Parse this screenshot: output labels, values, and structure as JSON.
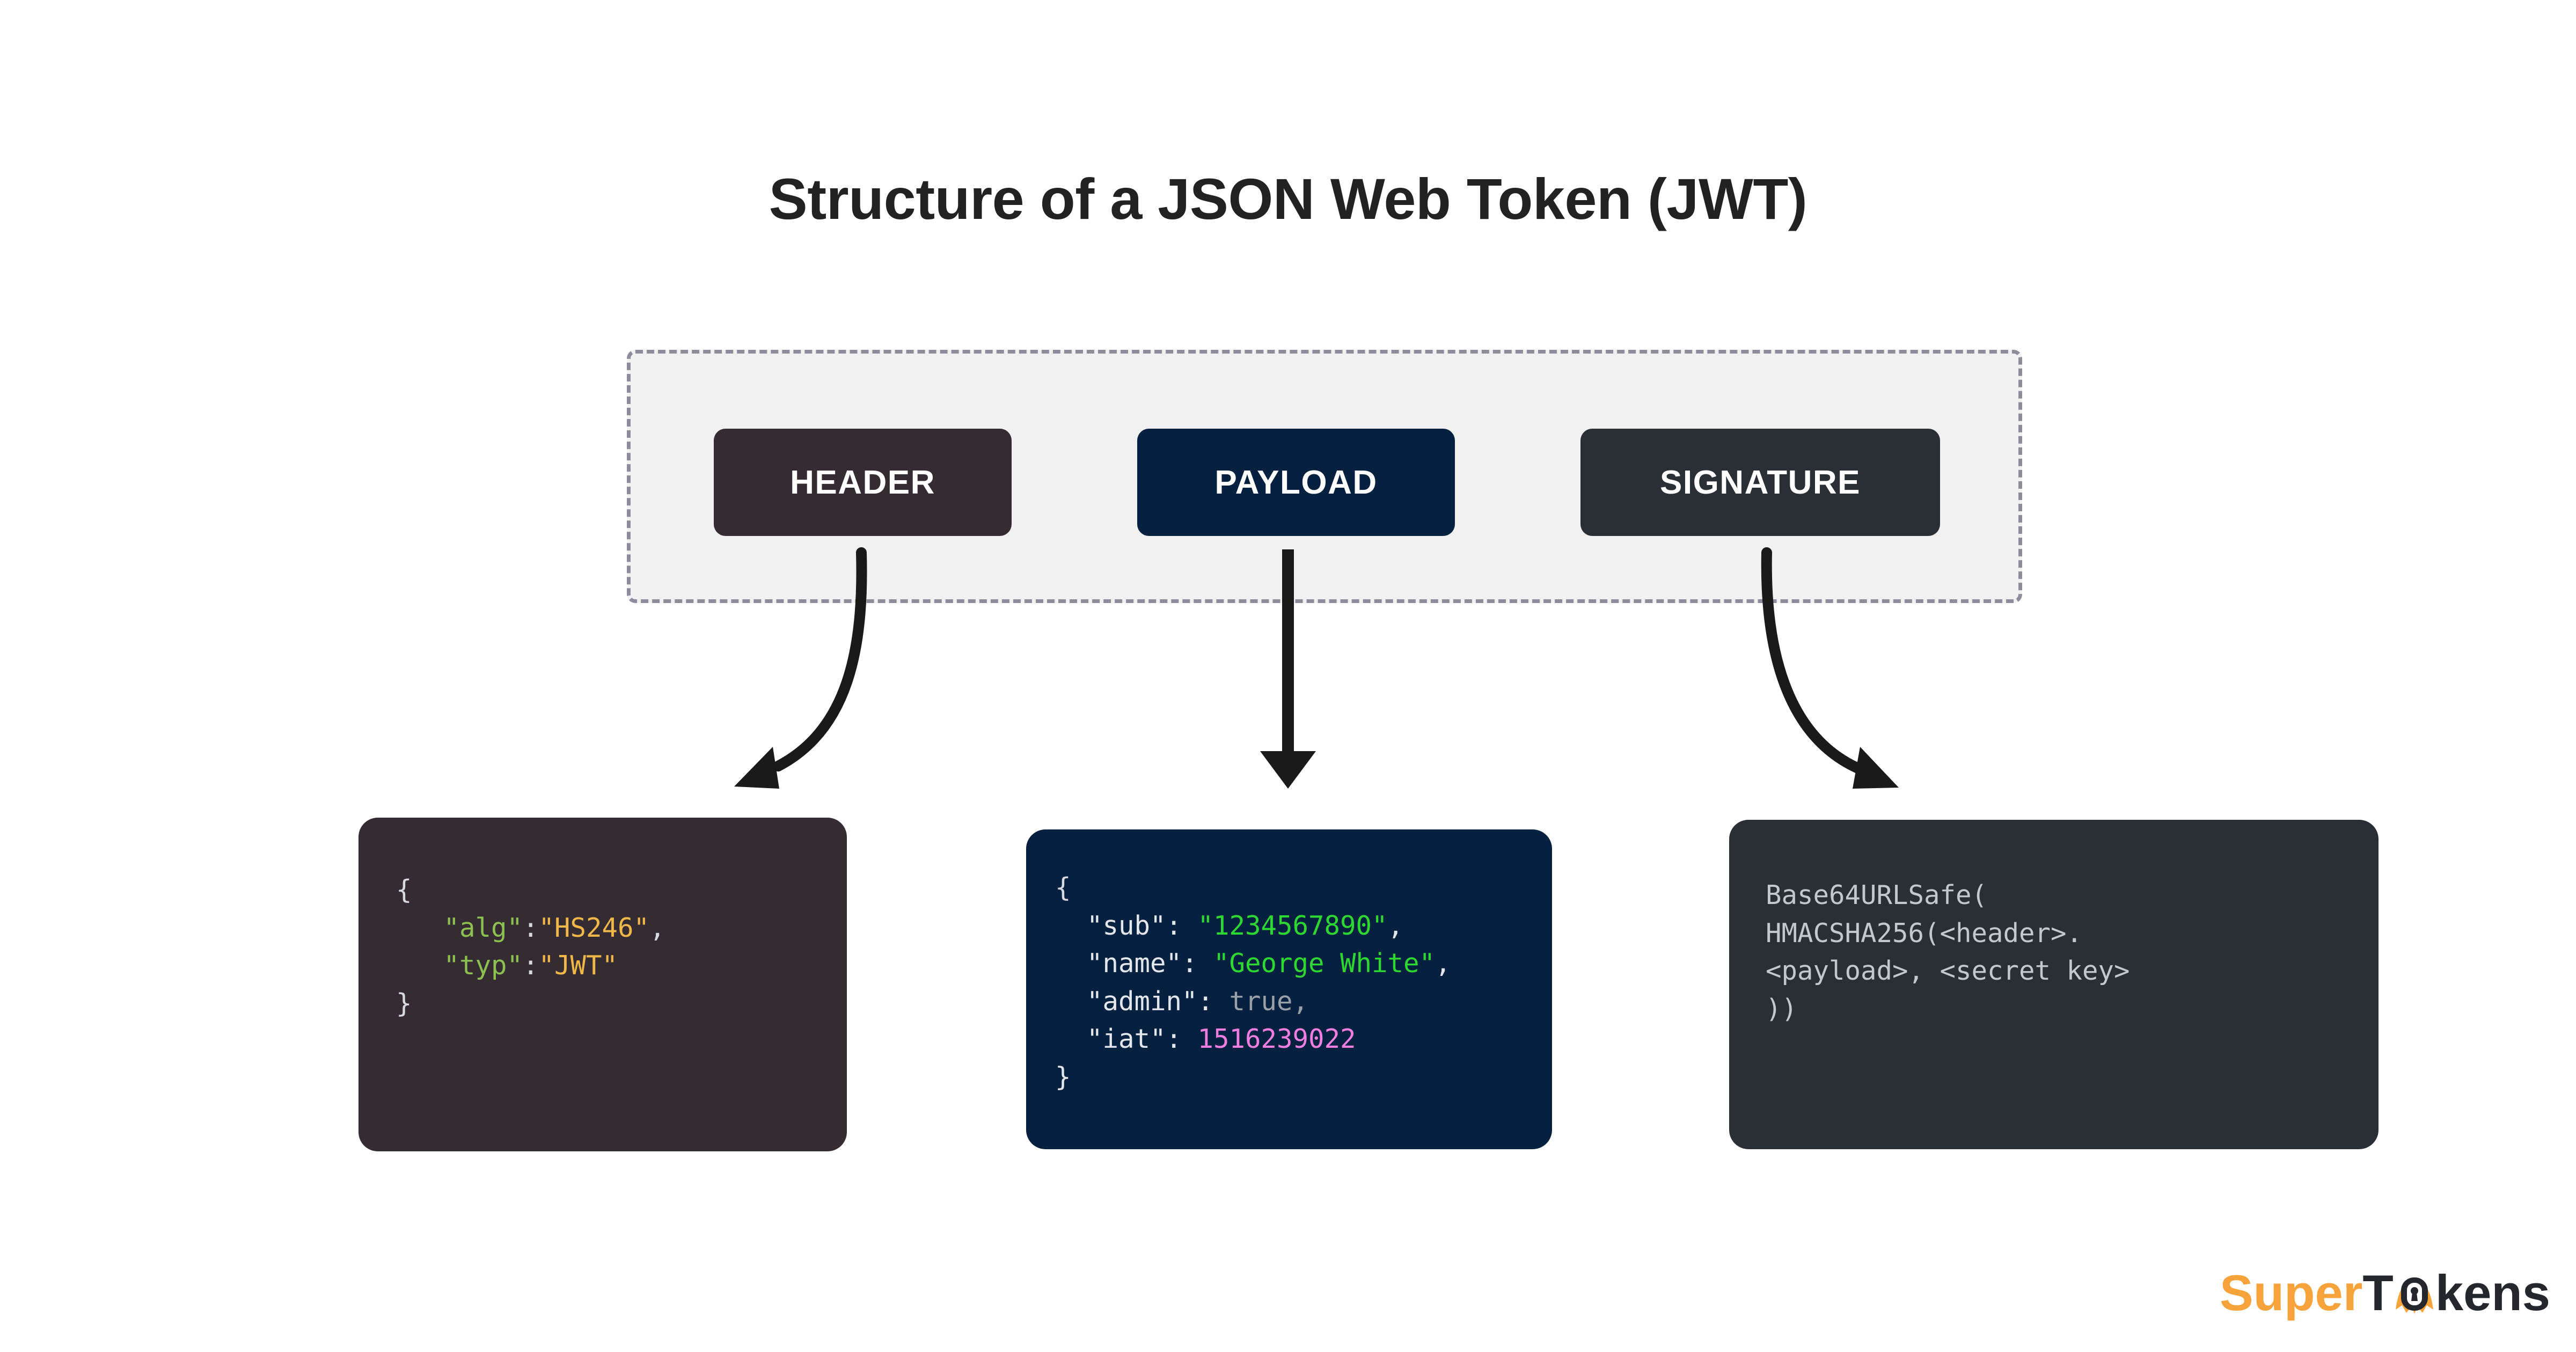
{
  "page": {
    "title": "Structure of a JSON Web Token (JWT)",
    "background": "#ffffff"
  },
  "token_group": {
    "container_fill": "#F1F1F1",
    "container_border": "#8C8C9C",
    "parts": [
      {
        "label": "HEADER",
        "color": "#352B33"
      },
      {
        "label": "PAYLOAD",
        "color": "#06213F"
      },
      {
        "label": "SIGNATURE",
        "color": "#2A2E35"
      }
    ]
  },
  "arrows": [
    {
      "name": "header-arrow",
      "style": "curved-left",
      "color": "#1A1A1A"
    },
    {
      "name": "payload-arrow",
      "style": "straight-down",
      "color": "#1A1A1A"
    },
    {
      "name": "signature-arrow",
      "style": "curved-right",
      "color": "#1A1A1A"
    }
  ],
  "code_cards": {
    "header": {
      "background": "#352B33",
      "lines": [
        [
          {
            "t": "{",
            "c": "punc"
          }
        ],
        [
          {
            "t": "   ",
            "c": "punc"
          },
          {
            "t": "\"alg\"",
            "c": "key-g"
          },
          {
            "t": ":",
            "c": "punc"
          },
          {
            "t": "\"HS246\"",
            "c": "str-o"
          },
          {
            "t": ",",
            "c": "punc"
          }
        ],
        [
          {
            "t": "   ",
            "c": "punc"
          },
          {
            "t": "\"typ\"",
            "c": "key-g"
          },
          {
            "t": ":",
            "c": "punc"
          },
          {
            "t": "\"JWT\"",
            "c": "str-o"
          }
        ],
        [
          {
            "t": "}",
            "c": "punc"
          }
        ]
      ]
    },
    "payload": {
      "background": "#06213F",
      "lines": [
        [
          {
            "t": "{",
            "c": "punc"
          }
        ],
        [
          {
            "t": "  ",
            "c": "punc"
          },
          {
            "t": "\"sub\"",
            "c": "key-w"
          },
          {
            "t": ": ",
            "c": "key-w"
          },
          {
            "t": "\"1234567890\"",
            "c": "str-g"
          },
          {
            "t": ",",
            "c": "key-w"
          }
        ],
        [
          {
            "t": "  ",
            "c": "punc"
          },
          {
            "t": "\"name\"",
            "c": "key-w"
          },
          {
            "t": ": ",
            "c": "key-w"
          },
          {
            "t": "\"George White\"",
            "c": "str-g"
          },
          {
            "t": ",",
            "c": "key-w"
          }
        ],
        [
          {
            "t": "  ",
            "c": "punc"
          },
          {
            "t": "\"admin\"",
            "c": "key-w"
          },
          {
            "t": ": ",
            "c": "key-w"
          },
          {
            "t": "true",
            "c": "bool"
          },
          {
            "t": ",",
            "c": "bool"
          }
        ],
        [
          {
            "t": "  ",
            "c": "punc"
          },
          {
            "t": "\"iat\"",
            "c": "key-w"
          },
          {
            "t": ": ",
            "c": "key-w"
          },
          {
            "t": "1516239022",
            "c": "num"
          }
        ],
        [
          {
            "t": "}",
            "c": "key-w"
          }
        ]
      ]
    },
    "signature": {
      "background": "#2A2E35",
      "lines": [
        [
          {
            "t": "Base64URLSafe(",
            "c": "plain"
          }
        ],
        [
          {
            "t": "HMACSHA256(<header>.",
            "c": "plain"
          }
        ],
        [
          {
            "t": "<payload>, <secret key>",
            "c": "plain"
          }
        ],
        [
          {
            "t": "))",
            "c": "plain"
          }
        ]
      ]
    }
  },
  "brand": {
    "part_super": "Super",
    "part_tok": "T",
    "part_o": "o",
    "part_ens": "kens",
    "accent_color": "#F6A33C",
    "dark_color": "#24272C"
  }
}
